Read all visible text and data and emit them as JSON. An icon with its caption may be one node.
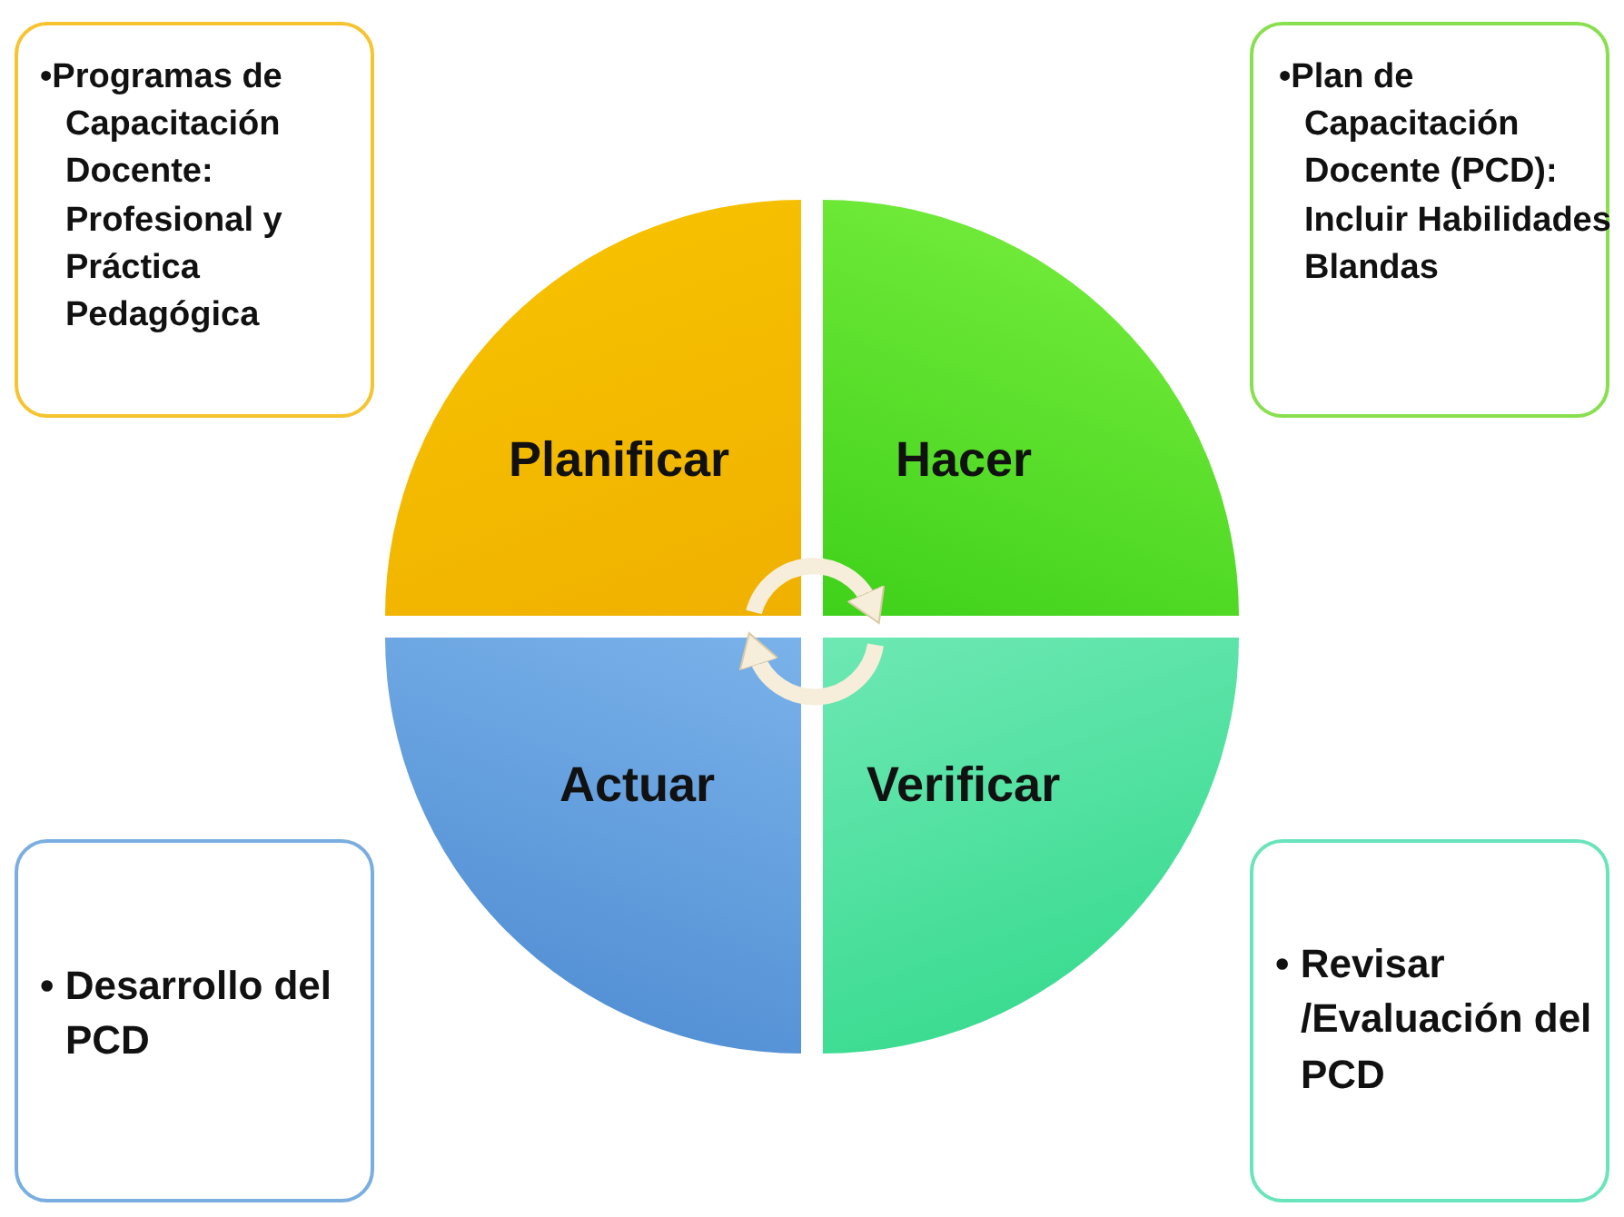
{
  "diagram": {
    "nodes": [
      {
        "text": [
          "•Programas de Capacitación Docente: Profesional y Práctica Pedagógica"
        ]
      },
      {
        "text": [
          "Planificar"
        ]
      },
      {
        "text": [
          "Hacer"
        ]
      },
      {
        "text": [
          "•Plan de Capacitación Docente (PCD): Incluir Habilidades Blandas"
        ]
      },
      {
        "text": [
          "• Desarrollo del PCD"
        ]
      },
      {
        "text": [
          "Actuar"
        ]
      },
      {
        "text": [
          "Verificar"
        ]
      },
      {
        "text": [
          "• Revisar /Evaluación del PCD"
        ]
      }
    ],
    "edges": [
      {
        "from": 1,
        "to": 2,
        "arrow": "to"
      },
      {
        "from": 6,
        "to": 5,
        "arrow": "to"
      }
    ]
  }
}
